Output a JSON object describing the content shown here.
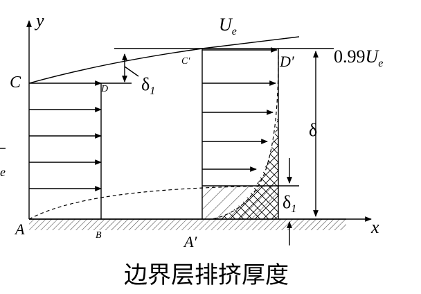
{
  "labels": {
    "y_axis": "y",
    "x_axis": "x",
    "Ue_top": "U",
    "Ue_top_sub": "e",
    "Ue_left": "e",
    "Ue099_prefix": "0.99",
    "Ue099_U": "U",
    "Ue099_sub": "e",
    "C": "C",
    "C_prime": "C′",
    "D": "D",
    "D_prime": "D′",
    "A": "A",
    "A_prime": "A′",
    "B": "B",
    "delta": "δ",
    "delta1_top": "δ",
    "delta1_top_sub": "1",
    "delta1_bottom": "δ",
    "delta1_bottom_sub": "1"
  },
  "caption": "边界层排挤厚度"
}
